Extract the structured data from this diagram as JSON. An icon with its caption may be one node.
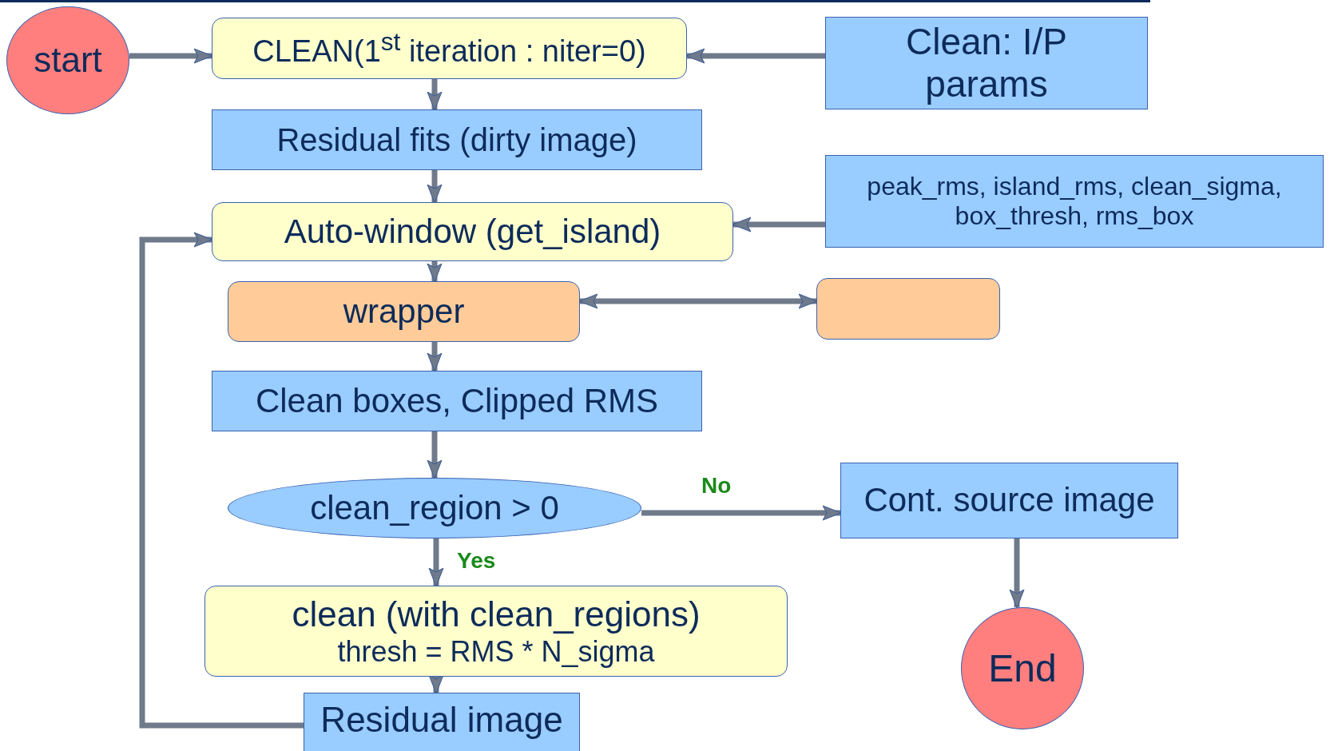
{
  "diagram": {
    "nodes": [
      {
        "text": [
          "start"
        ]
      },
      {
        "text": [
          "CLEAN(1$^{st}$ iteration : niter=0)"
        ]
      },
      {
        "text": [
          "Clean: I/P params"
        ]
      },
      {
        "text": [
          "Residual fits (dirty image)"
        ]
      },
      {
        "text": [
          "Auto-window (get_island)"
        ]
      },
      {
        "text": [
          "peak_rms, island_rms, clean_sigma, box_thresh, rms_box"
        ]
      },
      {
        "text": [
          "wrapper"
        ]
      },
      {
        "text": [],
        "shape": "box"
      },
      {
        "text": [
          "Clean boxes, Clipped RMS"
        ]
      },
      {
        "text": [
          "clean_region > 0"
        ]
      },
      {
        "text": [
          "Cont. source image"
        ]
      },
      {
        "text": [
          "clean (with clean_regions)",
          "thresh = RMS * N_sigma"
        ]
      },
      {
        "text": [
          "End"
        ]
      },
      {
        "text": [
          "Residual image"
        ]
      }
    ],
    "edges": [
      {
        "from": 0,
        "to": 1,
        "arrow": "to"
      },
      {
        "from": 2,
        "to": 1,
        "arrow": "to"
      },
      {
        "from": 1,
        "to": 3,
        "arrow": "to"
      },
      {
        "from": 3,
        "to": 4,
        "arrow": "to"
      },
      {
        "from": 5,
        "to": 4,
        "arrow": "to"
      },
      {
        "from": 4,
        "to": 6,
        "arrow": "to"
      },
      {
        "from": 6,
        "to": 7,
        "arrow": "both"
      },
      {
        "from": 6,
        "to": 8,
        "arrow": "to"
      },
      {
        "from": 8,
        "to": 9,
        "arrow": "to"
      },
      {
        "from": 9,
        "to": 10,
        "arrow": "to",
        "label": "No"
      },
      {
        "from": 9,
        "to": 11,
        "arrow": "to",
        "label": "Yes"
      },
      {
        "from": 10,
        "to": 12,
        "arrow": "to"
      },
      {
        "from": 11,
        "to": 13,
        "arrow": "to"
      },
      {
        "from": 13,
        "to": 4,
        "arrow": "to"
      }
    ]
  }
}
